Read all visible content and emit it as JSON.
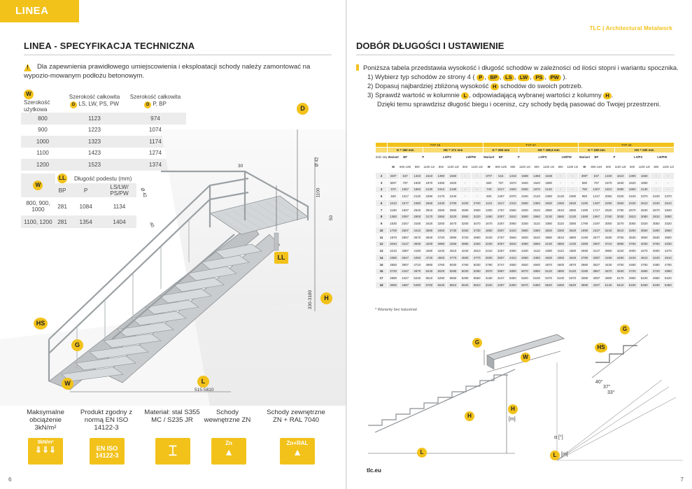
{
  "left": {
    "tab": "LINEA",
    "title": "LINEA - SPECYFIKACJA TECHNICZNA",
    "note": "Dla zapewnienia prawidłowego umiejscowienia i eksploatacji schody należy zamontować na wypozio-mowanym podłożu betonowym.",
    "table1": {
      "h_w": "Szerokość użytkowa",
      "h_d1": "Szerokość całkowita",
      "h_d1b": "LS, LW, PS, PW",
      "h_d2": "Szerokość całkowita",
      "h_d2b": "P, BP",
      "rows": [
        [
          "800",
          "1123",
          "974"
        ],
        [
          "900",
          "1223",
          "1074"
        ],
        [
          "1000",
          "1323",
          "1174"
        ],
        [
          "1100",
          "1423",
          "1274"
        ],
        [
          "1200",
          "1523",
          "1374"
        ]
      ]
    },
    "table2": {
      "title": "Długość podestu (mm)",
      "col_bp": "BP",
      "col_p": "P",
      "col_ls": "LS/LW/ PS/PW",
      "rows": [
        [
          "800, 900, 1000",
          "281",
          "1084",
          "1134"
        ],
        [
          "1100, 1200",
          "281",
          "1354",
          "1404"
        ]
      ]
    },
    "badges": {
      "w": "W",
      "d": "D",
      "ll": "LL",
      "hs": "HS",
      "g": "G",
      "l": "L",
      "h": "H"
    },
    "dims": {
      "d30": "30",
      "d40": "40",
      "d42": "Ø 42",
      "d42b": "Ø 42",
      "d1100": "1100",
      "d50": "50",
      "d330": "330-3180",
      "d515": "515-5810"
    },
    "features": [
      {
        "label": "Maksymalne obciążenie 3kN/m²",
        "icon": "3kN/m²"
      },
      {
        "label": "Produkt zgodny z normą EN ISO 14122-3",
        "icon": "EN ISO 14122-3"
      },
      {
        "label": "Materiał: stal S355 MC / S235 JR",
        "icon": ""
      },
      {
        "label": "Schody wewnętrzne ZN",
        "icon": "Zn"
      },
      {
        "label": "Schody zewnętrzne ZN + RAL 7040",
        "icon": "Zn+RAL"
      }
    ],
    "page_num": "6"
  },
  "right": {
    "brand": "TLC | Architectural Metalwork",
    "title": "DOBÓR DŁUGOŚCI I USTAWIENIE",
    "intro": "Poniższa tabela przedstawia wysokość i długość schodów w zależności od ilości stopni i wariantu spocznika.",
    "step1": "1) Wybierz typ schodów ze strony 4 (",
    "step1_end": ").",
    "pills": [
      "P",
      "BP",
      "LS",
      "LW",
      "PS",
      "PW"
    ],
    "step2a": "2) Dopasuj najbardziej zbliżoną wysokość",
    "step2_pill": "H",
    "step2b": "schodów do swoich potrzeb.",
    "step3a": "3) Sprawdź wartość w kolumnie",
    "step3_pill": "L",
    "step3b": ", odpowiadającą wybranej wartości z kolumny",
    "step3_pill2": "H",
    "step3c": ".",
    "step4": "Dzięki temu sprawdzisz długość biegu i ocenisz, czy schody będą pasować do Twojej przestrzeni.",
    "table": {
      "types": [
        "TYP 33",
        "TYP 37",
        "TYP 40"
      ],
      "groups": [
        [
          "G = 260 mm",
          "HS = 171 mm"
        ],
        [
          "G = 250 mm",
          "HS = 185,5 mm"
        ],
        [
          "G = 238 mm",
          "HS = 200 mm"
        ]
      ],
      "variant_label": "Wariant",
      "variant_cols": [
        "BP",
        "P",
        "LS/PS",
        "LW/PW"
      ],
      "width_label": "W",
      "w_vals": [
        "800 1200",
        "800",
        "900 1000",
        "1100 1200"
      ],
      "steps_label": "Ilość stopni",
      "rows": [
        [
          "2",
          "330*",
          "537",
          "1340",
          "1610",
          "1390",
          "1660",
          "-",
          "-",
          "370*",
          "515",
          "1318",
          "1588",
          "1368",
          "1638",
          "-",
          "-",
          "390*",
          "537",
          "1340",
          "1610",
          "1390",
          "1660",
          "-",
          "-"
        ],
        [
          "3",
          "500*",
          "797",
          "1600",
          "1870",
          "1650",
          "1920",
          "-",
          "-",
          "560",
          "767",
          "1570",
          "1840",
          "1620",
          "1890",
          "-",
          "-",
          "590",
          "767",
          "1570",
          "1840",
          "1620",
          "1890",
          "-",
          "-"
        ],
        [
          "4",
          "670",
          "1057",
          "1860",
          "2130",
          "1910",
          "2180",
          "-",
          "-",
          "740",
          "1017",
          "1820",
          "2090",
          "1870",
          "2140",
          "-",
          "-",
          "790",
          "1007",
          "1810",
          "2080",
          "1860",
          "2130",
          "-",
          "-"
        ],
        [
          "5",
          "840",
          "1317",
          "2120",
          "2390",
          "2170",
          "2440",
          "-",
          "-",
          "930",
          "1267",
          "2070",
          "2340",
          "2120",
          "2390",
          "2120",
          "2390",
          "990",
          "1247",
          "2050",
          "2320",
          "2100",
          "2370",
          "2100",
          "2370"
        ],
        [
          "6",
          "1010",
          "1577",
          "2380",
          "2650",
          "2430",
          "2700",
          "2430",
          "2700",
          "1110",
          "1517",
          "2310",
          "2580",
          "2360",
          "2630",
          "2360",
          "2630",
          "1190",
          "1487",
          "2290",
          "2560",
          "2340",
          "2610",
          "2340",
          "2610"
        ],
        [
          "7",
          "1180",
          "1837",
          "2640",
          "2910",
          "2690",
          "2960",
          "2690",
          "2960",
          "1300",
          "1757",
          "2560",
          "2830",
          "2610",
          "2880",
          "2610",
          "2880",
          "1390",
          "1717",
          "2520",
          "2790",
          "2570",
          "2840",
          "2570",
          "2840"
        ],
        [
          "8",
          "1360",
          "2097",
          "2900",
          "3170",
          "2950",
          "3220",
          "2950",
          "3220",
          "1490",
          "2007",
          "2810",
          "3080",
          "2860",
          "3130",
          "2860",
          "3130",
          "1590",
          "1957",
          "2760",
          "3030",
          "2810",
          "3080",
          "2810",
          "3080"
        ],
        [
          "9",
          "1530",
          "2347",
          "3150",
          "3420",
          "3200",
          "3470",
          "3200",
          "3470",
          "1670",
          "2257",
          "3060",
          "3330",
          "3110",
          "3380",
          "3110",
          "3380",
          "1790",
          "2197",
          "3000",
          "3270",
          "3050",
          "3320",
          "3050",
          "3320"
        ],
        [
          "10",
          "1700",
          "2607",
          "3410",
          "3680",
          "3460",
          "3730",
          "3460",
          "3730",
          "1860",
          "2507",
          "3310",
          "3580",
          "3360",
          "3630",
          "3360",
          "3630",
          "1990",
          "2437",
          "3240",
          "3510",
          "3290",
          "3560",
          "3290",
          "3560"
        ],
        [
          "11",
          "1870",
          "2867",
          "3670",
          "3940",
          "3720",
          "3990",
          "3720",
          "3990",
          "2040",
          "2757",
          "3560",
          "3830",
          "3610",
          "3880",
          "3610",
          "3880",
          "2190",
          "2677",
          "3480",
          "3750",
          "3530",
          "3800",
          "3530",
          "3800"
        ],
        [
          "12",
          "2040",
          "3127",
          "3930",
          "4200",
          "3980",
          "4250",
          "3980",
          "4250",
          "2230",
          "3007",
          "3810",
          "4080",
          "3860",
          "4130",
          "3860",
          "4130",
          "2390",
          "2907",
          "3710",
          "3980",
          "3760",
          "4030",
          "3760",
          "4030"
        ],
        [
          "13",
          "2210",
          "3387",
          "4190",
          "4450",
          "4240",
          "4510",
          "4240",
          "4510",
          "2410",
          "3257",
          "4060",
          "4330",
          "4110",
          "4380",
          "4110",
          "4380",
          "2590",
          "3147",
          "3950",
          "4220",
          "4000",
          "4270",
          "4000",
          "4270"
        ],
        [
          "14",
          "2380",
          "3647",
          "4450",
          "4720",
          "4500",
          "4770",
          "4500",
          "4770",
          "2600",
          "3507",
          "4310",
          "4580",
          "4360",
          "4630",
          "4360",
          "4630",
          "2780",
          "3387",
          "4190",
          "4460",
          "4240",
          "4510",
          "4240",
          "4510"
        ],
        [
          "15",
          "2550",
          "3907",
          "4710",
          "4980",
          "4760",
          "5030",
          "4760",
          "5030",
          "2780",
          "3747",
          "4550",
          "4820",
          "4600",
          "4870",
          "4600",
          "4870",
          "2980",
          "3627",
          "4430",
          "4700",
          "4480",
          "4750",
          "4480",
          "4750"
        ],
        [
          "16",
          "2720",
          "4167",
          "4970",
          "5240",
          "5020",
          "5290",
          "5020",
          "5290",
          "2970",
          "3997",
          "4800",
          "5070",
          "4850",
          "5120",
          "4850",
          "5120",
          "3180",
          "3867",
          "4670",
          "4940",
          "4720",
          "4990",
          "4720",
          "4990"
        ],
        [
          "17",
          "2890",
          "4427",
          "5240",
          "5510",
          "5290",
          "5560",
          "5290",
          "5560",
          "3160",
          "4247",
          "5050",
          "5320",
          "5100",
          "5370",
          "5100",
          "5370",
          "3380",
          "4097",
          "4900",
          "5170",
          "4950",
          "5220",
          "4950",
          "5220"
        ],
        [
          "18",
          "3060",
          "4687",
          "5490",
          "5760",
          "5540",
          "5810",
          "5540",
          "5810",
          "3340",
          "4497",
          "5300",
          "5570",
          "5350",
          "5620",
          "5350",
          "5620",
          "3580",
          "4337",
          "5140",
          "5410",
          "5190",
          "5460",
          "5190",
          "5460"
        ]
      ]
    },
    "footnote": "* Warianty bez balustrad",
    "badges": {
      "g": "G",
      "hs": "HS",
      "w": "W",
      "h": "H",
      "l": "L"
    },
    "angles": {
      "a40": "40°",
      "a37": "37°",
      "a33": "33°",
      "alpha": "α [°]",
      "hm": "[m]",
      "lm": "[m]"
    },
    "tlc": "tlc.eu",
    "page_num": "7"
  },
  "colors": {
    "accent": "#f2c21b",
    "grey_row": "#ececec"
  }
}
